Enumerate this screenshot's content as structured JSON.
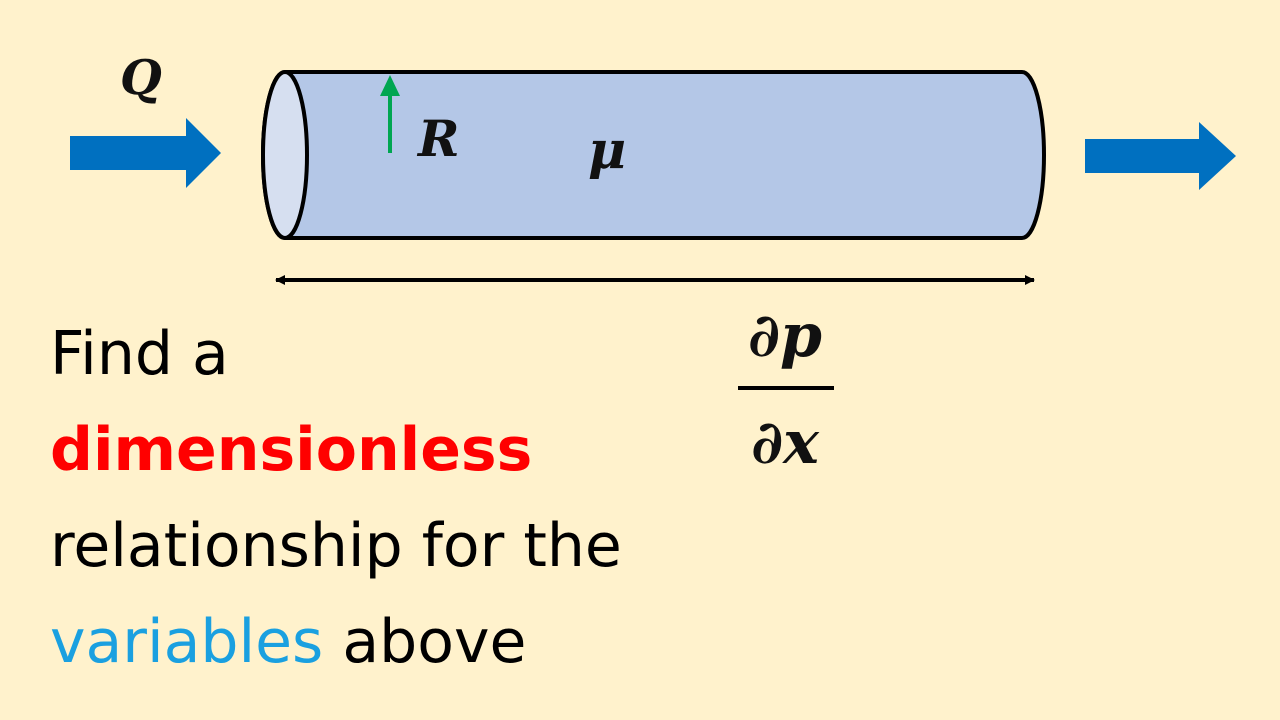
{
  "diagram": {
    "labels": {
      "flow_rate": "Q",
      "radius": "R",
      "viscosity": "μ",
      "gradient_numerator": "∂p",
      "gradient_denominator": "∂x"
    },
    "colors": {
      "background": "#fff2cc",
      "pipe_fill": "#b4c7e7",
      "pipe_end_fill": "#d6dff0",
      "flow_arrow": "#0070c0",
      "radius_arrow": "#00a651",
      "outline": "#000000"
    }
  },
  "caption": {
    "line1": "Find a",
    "line2": "dimensionless",
    "line3": "relationship for the",
    "line4_part1": "variables",
    "line4_part2": " above",
    "colors": {
      "dimensionless": "#ff0000",
      "variables": "#1aa0e0"
    }
  }
}
